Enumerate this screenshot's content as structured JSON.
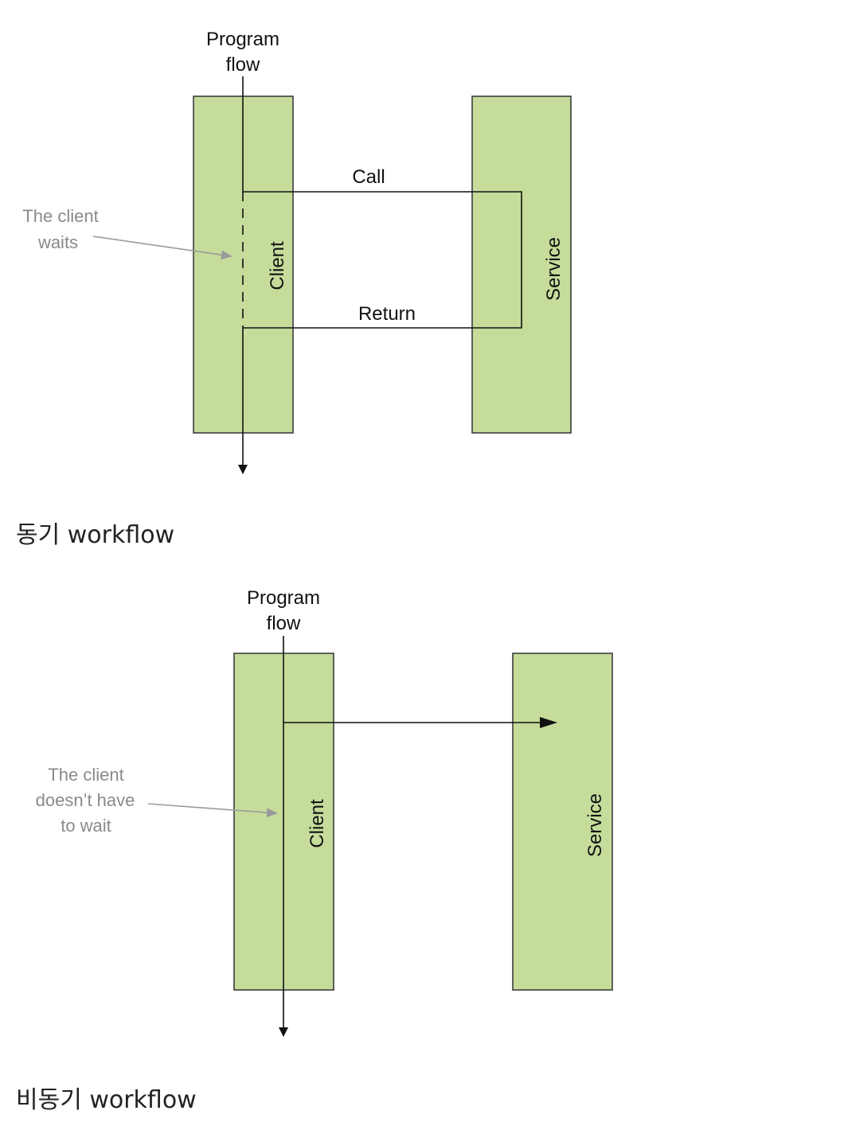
{
  "sync": {
    "flow_label_line1": "Program",
    "flow_label_line2": "flow",
    "client_label": "Client",
    "service_label": "Service",
    "call_label": "Call",
    "return_label": "Return",
    "note_line1": "The client",
    "note_line2": "waits",
    "caption": "동기 workflow"
  },
  "async": {
    "flow_label_line1": "Program",
    "flow_label_line2": "flow",
    "client_label": "Client",
    "service_label": "Service",
    "note_line1": "The client",
    "note_line2": "doesn’t have",
    "note_line3": "to wait",
    "caption": "비동기 workflow"
  },
  "colors": {
    "box_fill": "#c5dc9b",
    "box_stroke": "#3d3d3d",
    "annotation": "#8a8a8a"
  }
}
